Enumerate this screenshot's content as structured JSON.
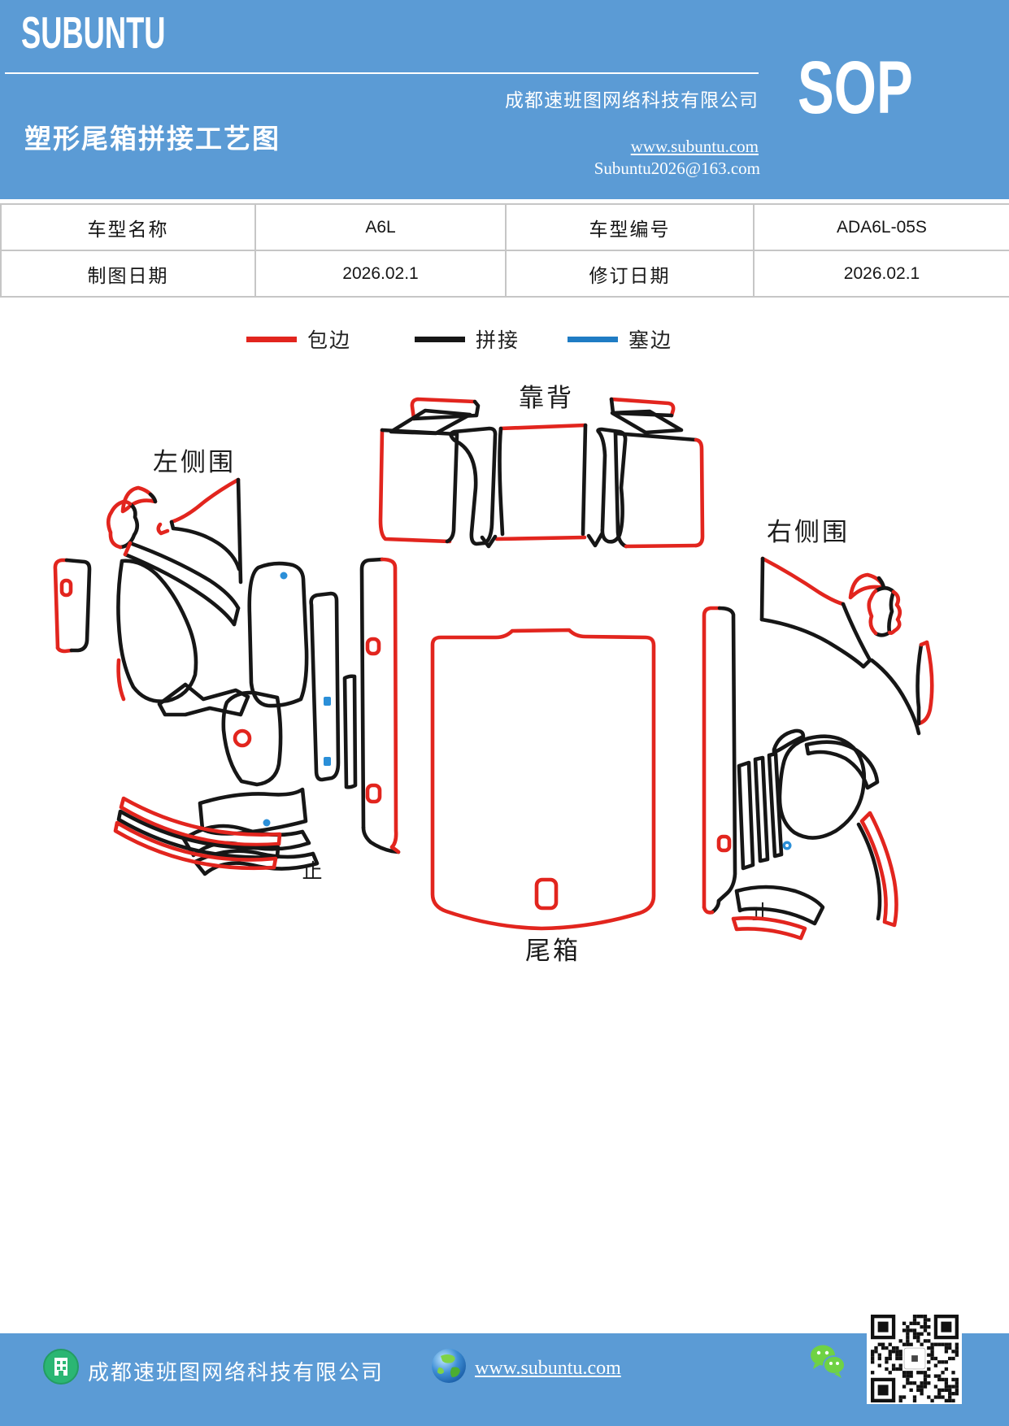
{
  "header": {
    "logo": "SUBUNTU",
    "title": "塑形尾箱拼接工艺图",
    "company": "成都速班图网络科技有限公司",
    "website": "www.subuntu.com",
    "email": "Subuntu2026@163.com",
    "badge": "SOP",
    "background_color": "#5b9bd5"
  },
  "info_table": {
    "rows": [
      [
        "车型名称",
        "A6L",
        "车型编号",
        "ADA6L-05S"
      ],
      [
        "制图日期",
        "2026.02.1",
        "修订日期",
        "2026.02.1"
      ]
    ]
  },
  "legend": {
    "items": [
      {
        "label": "包边",
        "color": "#e2251e"
      },
      {
        "label": "拼接",
        "color": "#161616"
      },
      {
        "label": "塞边",
        "color": "#1f7cc4"
      }
    ]
  },
  "diagram": {
    "labels": {
      "backrest": "靠背",
      "left_side": "左侧围",
      "right_side": "右侧围",
      "trunk": "尾箱",
      "stop_left": "止",
      "stop_right": "止"
    },
    "colors": {
      "wrap_edge": "#e2251e",
      "splice": "#161616",
      "tuck_edge": "#1f7cc4",
      "tuck_dot": "#2b8fd8"
    }
  },
  "footer": {
    "company": "成都速班图网络科技有限公司",
    "website": "www.subuntu.com"
  }
}
